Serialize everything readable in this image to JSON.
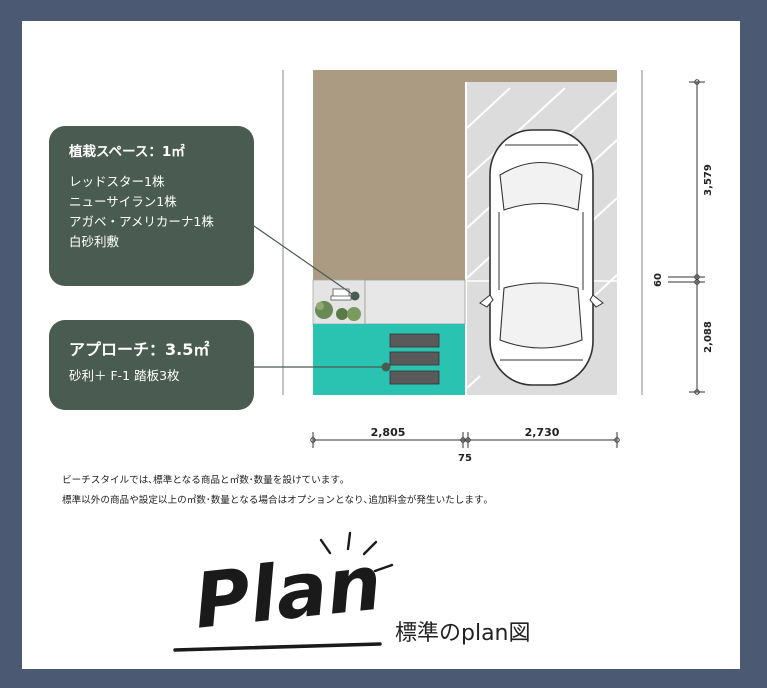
{
  "callouts": {
    "planting": {
      "title": "植栽スペース：1㎡",
      "items": [
        "レッドスター1株",
        "ニューサイラン1株",
        "アガベ・アメリカーナ1株",
        "白砂利敷"
      ]
    },
    "approach": {
      "title": "アプローチ：3.5㎡",
      "detail": "砂利＋ F-1 踏板3枚"
    }
  },
  "dimensions": {
    "width_left": "2,805",
    "width_right": "2,730",
    "width_gap": "75",
    "height_top": "3,579",
    "height_gap": "60",
    "height_bottom": "2,088"
  },
  "notes": {
    "line1": "ビーチスタイルでは､標準となる商品と㎡数･数量を設けています｡",
    "line2": "標準以外の商品や設定以上の㎡数･数量となる場合はオプションとなり､追加料金が発生いたします｡"
  },
  "footer": {
    "script_logo": "Plan",
    "caption": "標準のplan図"
  },
  "colors": {
    "frame_border": "#4b5a72",
    "callout_bg": "#4a5b51",
    "soil": "#ab9b82",
    "approach": "#2ac3b2",
    "paving": "#dcdcdc"
  }
}
